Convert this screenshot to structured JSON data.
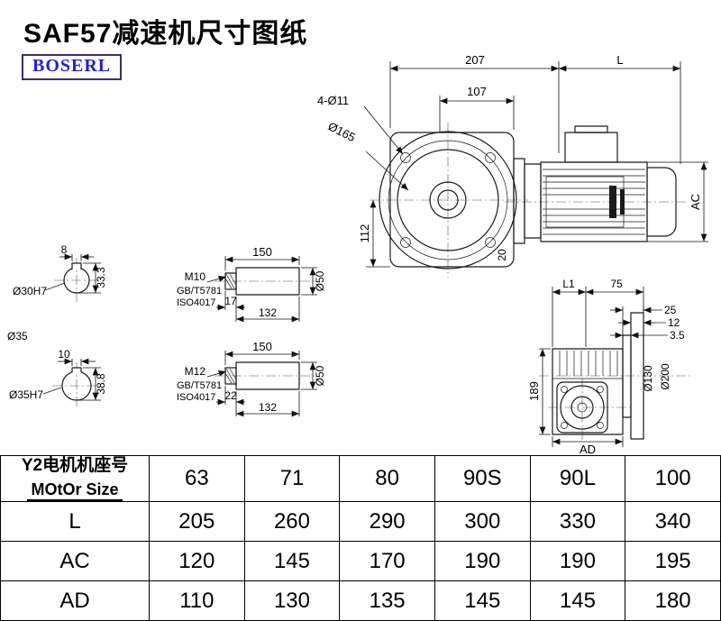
{
  "page_title": "SAF57减速机尺寸图纸",
  "brand": "BOSERL",
  "drawing": {
    "front": {
      "w207": "207",
      "motor_len": "L",
      "w107": "107",
      "bolts": "4-Ø11",
      "flange_dia": "Ø165",
      "h112": "112",
      "ac": "AC",
      "n20": "20"
    },
    "side": {
      "l1": "L1",
      "w75": "75",
      "t25": "25",
      "t12": "12",
      "t35": "3.5",
      "h189": "189",
      "d130": "Ø130",
      "d200": "Ø200",
      "ad": "AD"
    },
    "sec1": {
      "key_w": "8",
      "bore": "Ø30H7",
      "key_h": "33.3",
      "od": "Ø35"
    },
    "sec2": {
      "key_w": "10",
      "bore": "Ø35H7",
      "key_h": "38.8"
    },
    "det1": {
      "len": "150",
      "thread": "M10",
      "std1": "GB/T5781",
      "std2": "ISO4017",
      "thread_len": "17",
      "body_len": "132",
      "dia": "Ø50"
    },
    "det2": {
      "len": "150",
      "thread": "M12",
      "std1": "GB/T5781",
      "std2": "ISO4017",
      "thread_len": "22",
      "body_len": "132",
      "dia": "Ø50"
    }
  },
  "table": {
    "header_cn": "Y2电机机座号",
    "header_en": "MOtOr Size",
    "sizes": [
      "63",
      "71",
      "80",
      "90S",
      "90L",
      "100"
    ],
    "rows": [
      {
        "label": "L",
        "values": [
          "205",
          "260",
          "290",
          "300",
          "330",
          "340"
        ]
      },
      {
        "label": "AC",
        "values": [
          "120",
          "145",
          "170",
          "190",
          "190",
          "195"
        ]
      },
      {
        "label": "AD",
        "values": [
          "110",
          "130",
          "135",
          "145",
          "145",
          "180"
        ]
      }
    ]
  }
}
